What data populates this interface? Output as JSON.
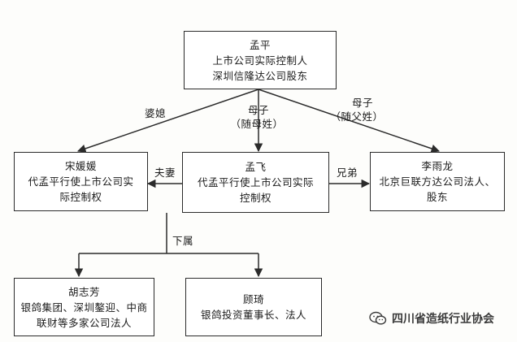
{
  "nodes": {
    "mengping": {
      "lines": [
        "孟平",
        "上市公司实际控制人",
        "深圳信隆达公司股东"
      ]
    },
    "songyuanyuan": {
      "lines": [
        "宋媛媛",
        "代孟平行使上市公司实",
        "际控制权"
      ]
    },
    "mengfei": {
      "lines": [
        "孟飞",
        "代孟平行使上市公司实际",
        "控制权"
      ]
    },
    "liyulong": {
      "lines": [
        "李雨龙",
        "北京巨联方达公司法人、",
        "股东"
      ]
    },
    "huzhifang": {
      "lines": [
        "胡志芳",
        "银鸽集团、深圳鏊迎、中商",
        "联财等多家公司法人"
      ]
    },
    "guqi": {
      "lines": [
        "顾琦",
        "银鸽投资董事长、法人"
      ]
    }
  },
  "edge_labels": {
    "in_law": "婆媳",
    "mother_son_1": "母子",
    "mother_son_1_note": "（随母姓）",
    "mother_son_2": "母子",
    "mother_son_2_note": "（随父姓）",
    "spouse": "夫妻",
    "brothers": "兄弟",
    "subordinate": "下属"
  },
  "watermark": {
    "text": "四川省造纸行业协会",
    "icon": "wechat-icon"
  },
  "colors": {
    "line": "#2b2b2b",
    "background": "#fdfdfb"
  }
}
